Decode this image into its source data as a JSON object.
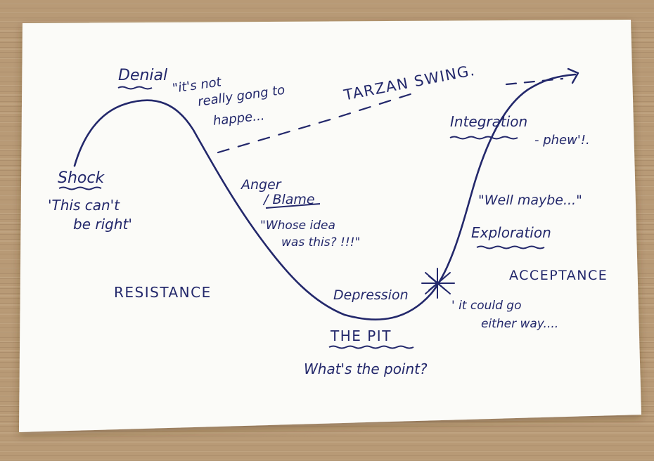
{
  "colors": {
    "ink": "#23286b",
    "paper": "#fbfbf8",
    "table": "#b89a76"
  },
  "stages": {
    "shock": {
      "title": "Shock",
      "quote_line1": "'This can't",
      "quote_line2": "be right'"
    },
    "denial": {
      "title": "Denial",
      "quote_line1": "\"it's not",
      "quote_line2": "really gong to",
      "quote_line3": "happe..."
    },
    "tarzan": {
      "title": "TARZAN SWING."
    },
    "anger": {
      "title_line1": "Anger",
      "title_line2": "/ Blame",
      "quote_line1": "\"Whose idea",
      "quote_line2": "was this? !!!\""
    },
    "depression": {
      "title": "Depression"
    },
    "pit": {
      "title": "THE PIT",
      "quote": "What's the point?"
    },
    "could_go": {
      "line1": "' it could go",
      "line2": "either way...."
    },
    "exploration": {
      "title": "Exploration",
      "quote": "\"Well maybe...\""
    },
    "integration": {
      "title": "Integration",
      "note": "- phew'!."
    }
  },
  "phases": {
    "resistance": "RESISTANCE",
    "acceptance": "ACCEPTANCE"
  }
}
